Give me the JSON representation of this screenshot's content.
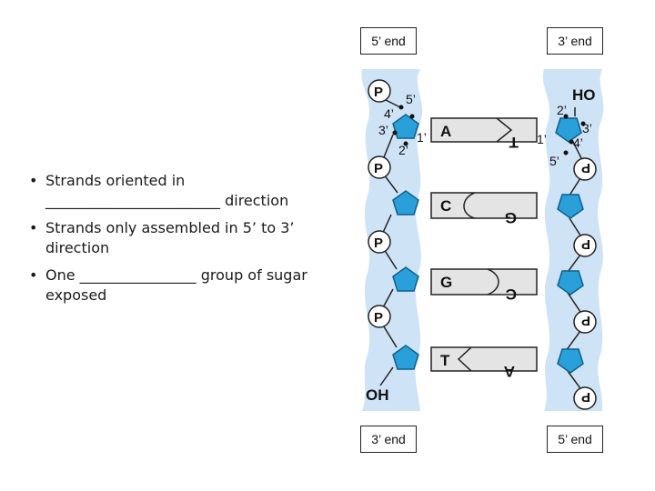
{
  "ends": {
    "top_left": "5’ end",
    "top_right": "3’ end",
    "bottom_left": "3’ end",
    "bottom_right": "5’ end"
  },
  "bullets": [
    "Strands oriented in ________________________ direction",
    "Strands only assembled in 5’ to 3’ direction",
    "One ________________ group of sugar exposed"
  ],
  "diagram": {
    "phosphate_label": "P",
    "left_terminal": "OH",
    "right_terminal": "HO",
    "left_carbons": {
      "c5": "5’",
      "c4": "4’",
      "c3": "3’",
      "c2": "2’",
      "c1": "1’"
    },
    "right_carbons": {
      "c2": "2’",
      "c3": "3’",
      "c1": "1’",
      "c4": "4’",
      "c5": "5’"
    },
    "pairs": [
      {
        "left": "A",
        "right": "T"
      },
      {
        "left": "C",
        "right": "G"
      },
      {
        "left": "G",
        "right": "C"
      },
      {
        "left": "T",
        "right": "A"
      }
    ]
  },
  "colors": {
    "backbone": "#cfe3f7",
    "sugar": "#2aa0db",
    "base_fill": "#e4e4e4",
    "phosphate_fill": "#ffffff"
  }
}
